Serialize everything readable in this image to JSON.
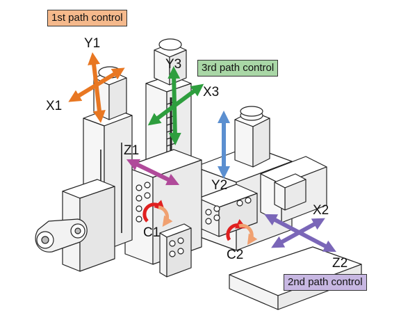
{
  "labels": {
    "path1": "1st path control",
    "path2": "2nd path control",
    "path3": "3rd path control"
  },
  "axes": {
    "x1": "X1",
    "y1": "Y1",
    "z1": "Z1",
    "c1": "C1",
    "x2": "X2",
    "y2": "Y2",
    "z2": "Z2",
    "c2": "C2",
    "x3": "X3",
    "y3": "Y3"
  },
  "colors": {
    "path1": "#e87722",
    "path2": "#7a66b8",
    "path3": "#2e9e3e",
    "y2_axis": "#5b8fd0",
    "z1_axis": "#b04a9a",
    "c_axis_red": "#e02020",
    "c_axis_orange": "#f0a070"
  }
}
